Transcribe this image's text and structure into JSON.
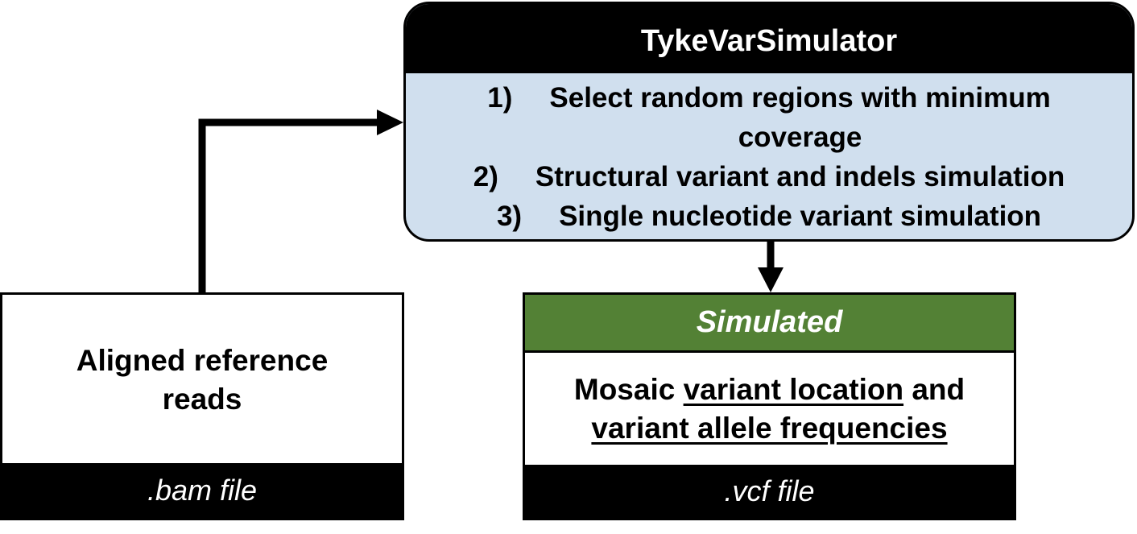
{
  "simulator": {
    "title": "TykeVarSimulator",
    "steps": [
      {
        "num": "1)",
        "line1": "Select random regions with minimum",
        "line2": "coverage"
      },
      {
        "num": "2)",
        "line1": "Structural variant and indels simulation"
      },
      {
        "num": "3)",
        "line1": "Single nucleotide variant simulation"
      }
    ],
    "fill_color": "#d0dfee"
  },
  "input": {
    "label": "Aligned reference reads",
    "file_type": ".bam file"
  },
  "output": {
    "header": "Simulated",
    "text_pre": "Mosaic ",
    "text_u1": "variant location",
    "text_mid": " and",
    "text_u2": "variant allele frequencies",
    "file_type": ".vcf file",
    "header_color": "#538135"
  }
}
